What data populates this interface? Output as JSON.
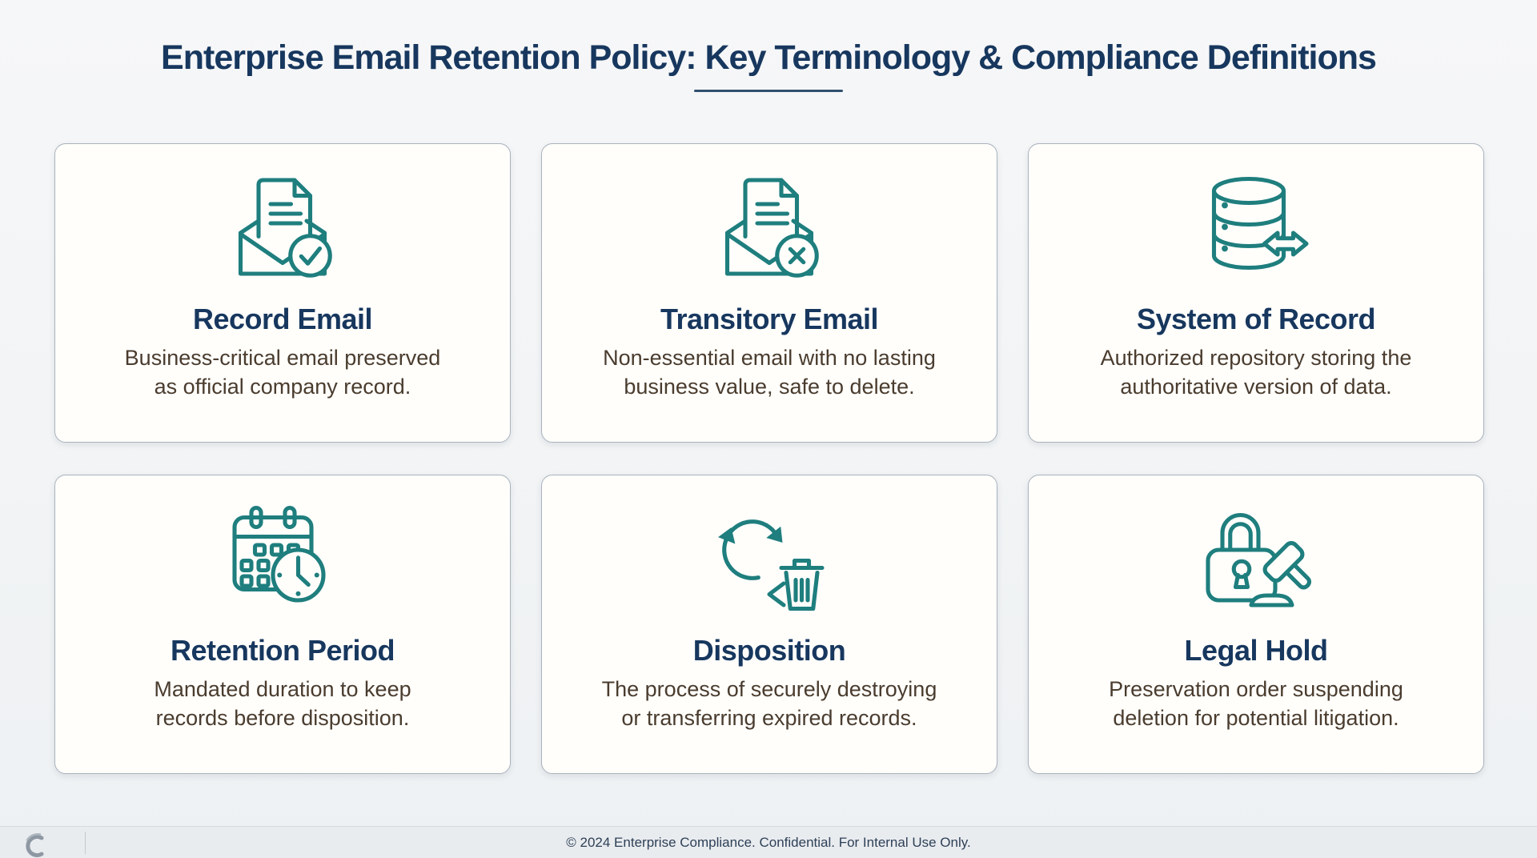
{
  "page": {
    "title": "Enterprise Email Retention Policy: Key Terminology & Compliance Definitions",
    "footer_text": "© 2024 Enterprise Compliance. Confidential. For Internal Use Only."
  },
  "colors": {
    "accent_teal": "#1F7E7E",
    "heading_navy": "#17375E",
    "body_text": "#4A3C2E",
    "card_border": "#A9B2BD",
    "card_background": "#FFFEFB",
    "page_background": "#F0F2F4",
    "footer_background": "#E9ECEF"
  },
  "cards": [
    {
      "id": "record-email",
      "icon": "envelope-document-check-icon",
      "title": "Record Email",
      "description_lines": [
        "Business-critical email preserved",
        "as official company record."
      ]
    },
    {
      "id": "transitory-email",
      "icon": "envelope-document-x-icon",
      "title": "Transitory Email",
      "description_lines": [
        "Non-essential email with no lasting",
        "business value, safe to delete."
      ]
    },
    {
      "id": "system-of-record",
      "icon": "database-sync-icon",
      "title": "System of Record",
      "description_lines": [
        "Authorized repository storing the",
        "authoritative version of data."
      ]
    },
    {
      "id": "retention-period",
      "icon": "calendar-clock-icon",
      "title": "Retention Period",
      "description_lines": [
        "Mandated duration to keep",
        "records before disposition."
      ]
    },
    {
      "id": "disposition",
      "icon": "recycle-trash-icon",
      "title": "Disposition",
      "description_lines": [
        "The process of securely destroying",
        "or transferring expired records."
      ]
    },
    {
      "id": "legal-hold",
      "icon": "lock-gavel-icon",
      "title": "Legal Hold",
      "description_lines": [
        "Preservation order suspending",
        "deletion for potential litigation."
      ]
    }
  ]
}
